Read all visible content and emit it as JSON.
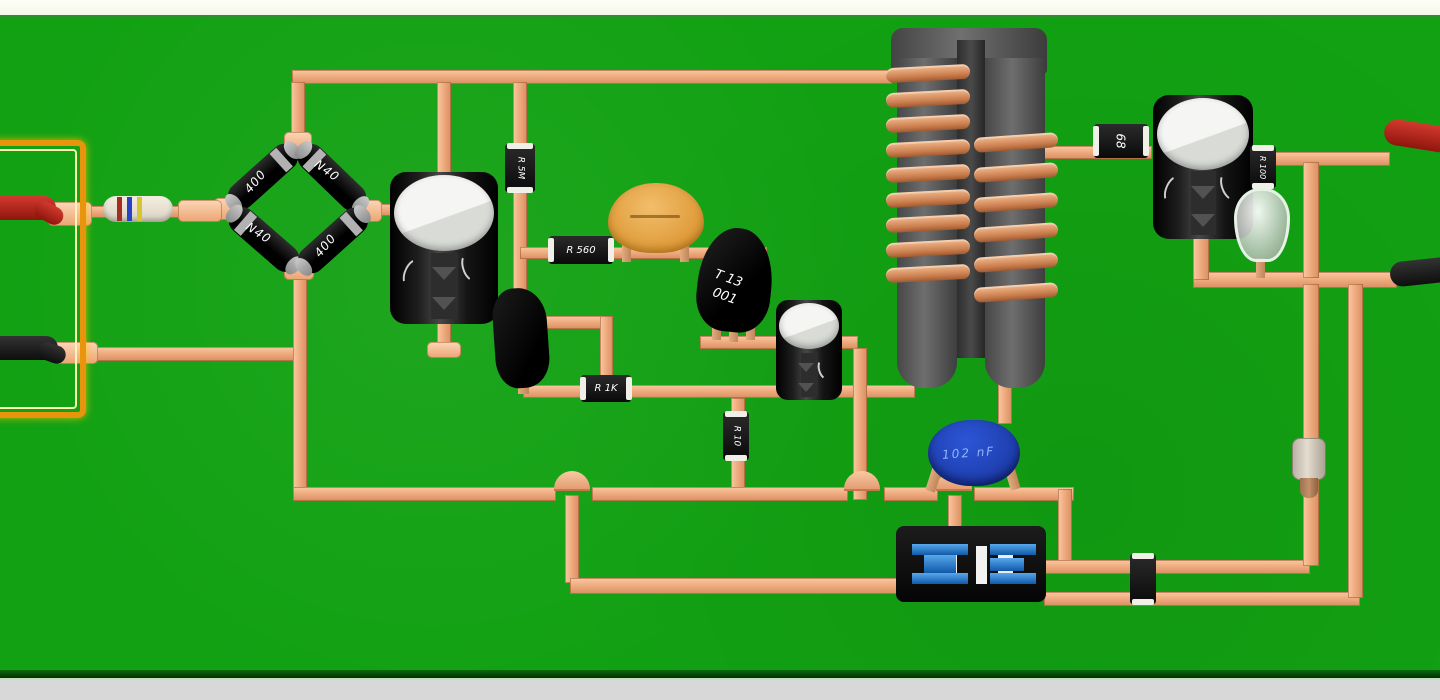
{
  "colors": {
    "board": "#12A113",
    "copper": "#EFAB7D",
    "copper_edge": "#B86F42",
    "wire_red": "#B51F16",
    "wire_black": "#1A1A1A",
    "frame_orange": "#E8940C",
    "cap_blue": "#1E3FAE"
  },
  "components": {
    "diodes": [
      "400",
      "N40",
      "N40",
      "400"
    ],
    "r5m": {
      "label": "R 5M"
    },
    "r560": {
      "label": "R 560"
    },
    "r1k": {
      "label": "R 1K"
    },
    "r10": {
      "label": "R 10"
    },
    "r68": {
      "label": "68"
    },
    "r100": {
      "label": "R 100"
    },
    "transistor": {
      "line1": "T 13",
      "line2": "001"
    },
    "blue_cap": {
      "label": "102 nF"
    }
  }
}
